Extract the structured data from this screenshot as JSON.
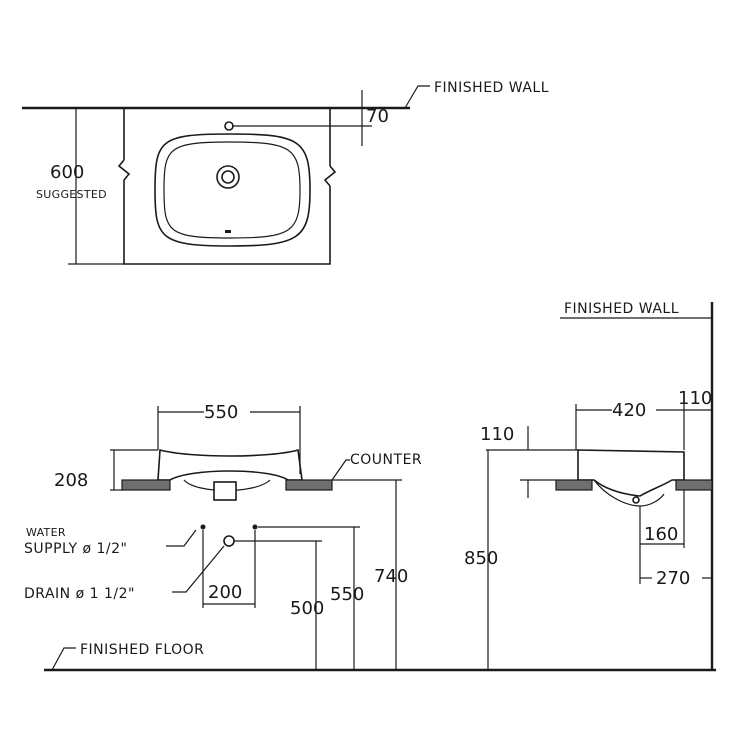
{
  "top_view": {
    "wall_label": "FINISHED WALL",
    "dim_depth": "600",
    "dim_depth_note": "SUGGESTED",
    "dim_offset": "70"
  },
  "front_view": {
    "dim_width": "550",
    "dim_height": "208",
    "counter_label": "COUNTER",
    "water_supply_label": "WATER",
    "water_supply_label2": "SUPPLY ø 1/2\"",
    "drain_label": "DRAIN ø 1  1/2\"",
    "dim_spacing": "200",
    "dim_drain_height": "500",
    "dim_supply_height": "550",
    "dim_counter_height": "740",
    "floor_label": "FINISHED FLOOR"
  },
  "side_view": {
    "wall_label": "FINISHED WALL",
    "dim_depth": "420",
    "dim_wall_gap": "110",
    "dim_rim": "110",
    "dim_total_height": "850",
    "dim_drain_offset": "160",
    "dim_wall_offset": "270"
  }
}
